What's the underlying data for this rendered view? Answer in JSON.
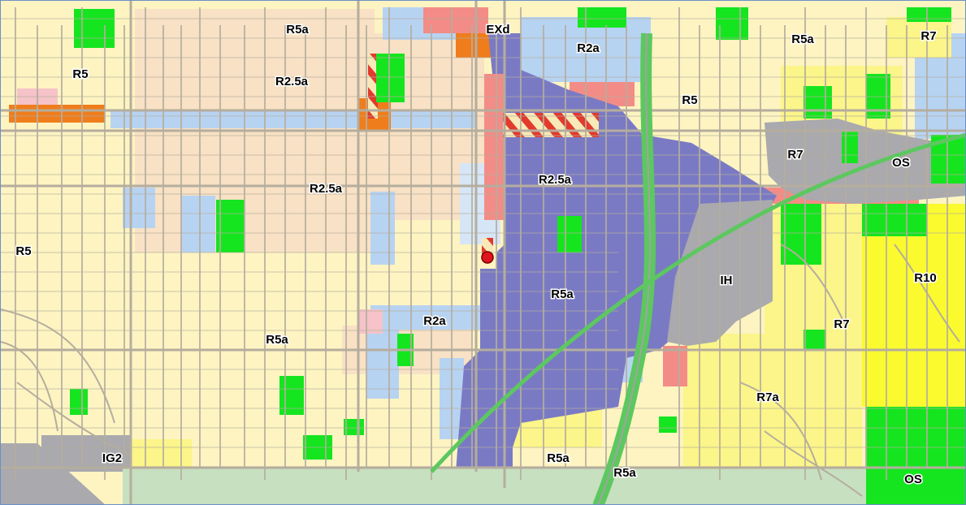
{
  "map": {
    "colors": {
      "r5": "#fdf4c2",
      "r25": "#f8e1c4",
      "r2": "#b7d3f2",
      "r2light": "#d6e6f7",
      "r7": "#fbf58a",
      "r10": "#fafa2f",
      "commercial": "#f38c86",
      "exd": "#ef7d1c",
      "mixed": "#7a7ac4",
      "industrial": "#a9a9ae",
      "open_space": "#15e51f",
      "highway": "#5cc85f",
      "green_band": "#c7e0bf",
      "pink": "#f5c3c8",
      "grid": "#b5ad9d",
      "marker": "#e0141c"
    },
    "labels": [
      {
        "id": "r5a-top",
        "text": "R5a"
      },
      {
        "id": "exd",
        "text": "EXd"
      },
      {
        "id": "r2a-top",
        "text": "R2a"
      },
      {
        "id": "r5a-topright",
        "text": "R5a"
      },
      {
        "id": "r7-topright",
        "text": "R7"
      },
      {
        "id": "r5-left",
        "text": "R5"
      },
      {
        "id": "r25a-top",
        "text": "R2.5a"
      },
      {
        "id": "r5-mid",
        "text": "R5"
      },
      {
        "id": "r7-mid",
        "text": "R7"
      },
      {
        "id": "os-top",
        "text": "OS"
      },
      {
        "id": "r25a-center",
        "text": "R2.5a"
      },
      {
        "id": "r25a-left",
        "text": "R2.5a"
      },
      {
        "id": "r5-farleft",
        "text": "R5"
      },
      {
        "id": "ih",
        "text": "IH"
      },
      {
        "id": "r10",
        "text": "R10"
      },
      {
        "id": "r5a-center",
        "text": "R5a"
      },
      {
        "id": "r2a-center",
        "text": "R2a"
      },
      {
        "id": "r7-right",
        "text": "R7"
      },
      {
        "id": "r5a-left",
        "text": "R5a"
      },
      {
        "id": "r7a",
        "text": "R7a"
      },
      {
        "id": "ig2",
        "text": "IG2"
      },
      {
        "id": "r5a-bottom",
        "text": "R5a"
      },
      {
        "id": "r5a-bottom2",
        "text": "R5a"
      },
      {
        "id": "os-bottom",
        "text": "OS"
      }
    ],
    "marker_icon": "location-pin-icon"
  }
}
